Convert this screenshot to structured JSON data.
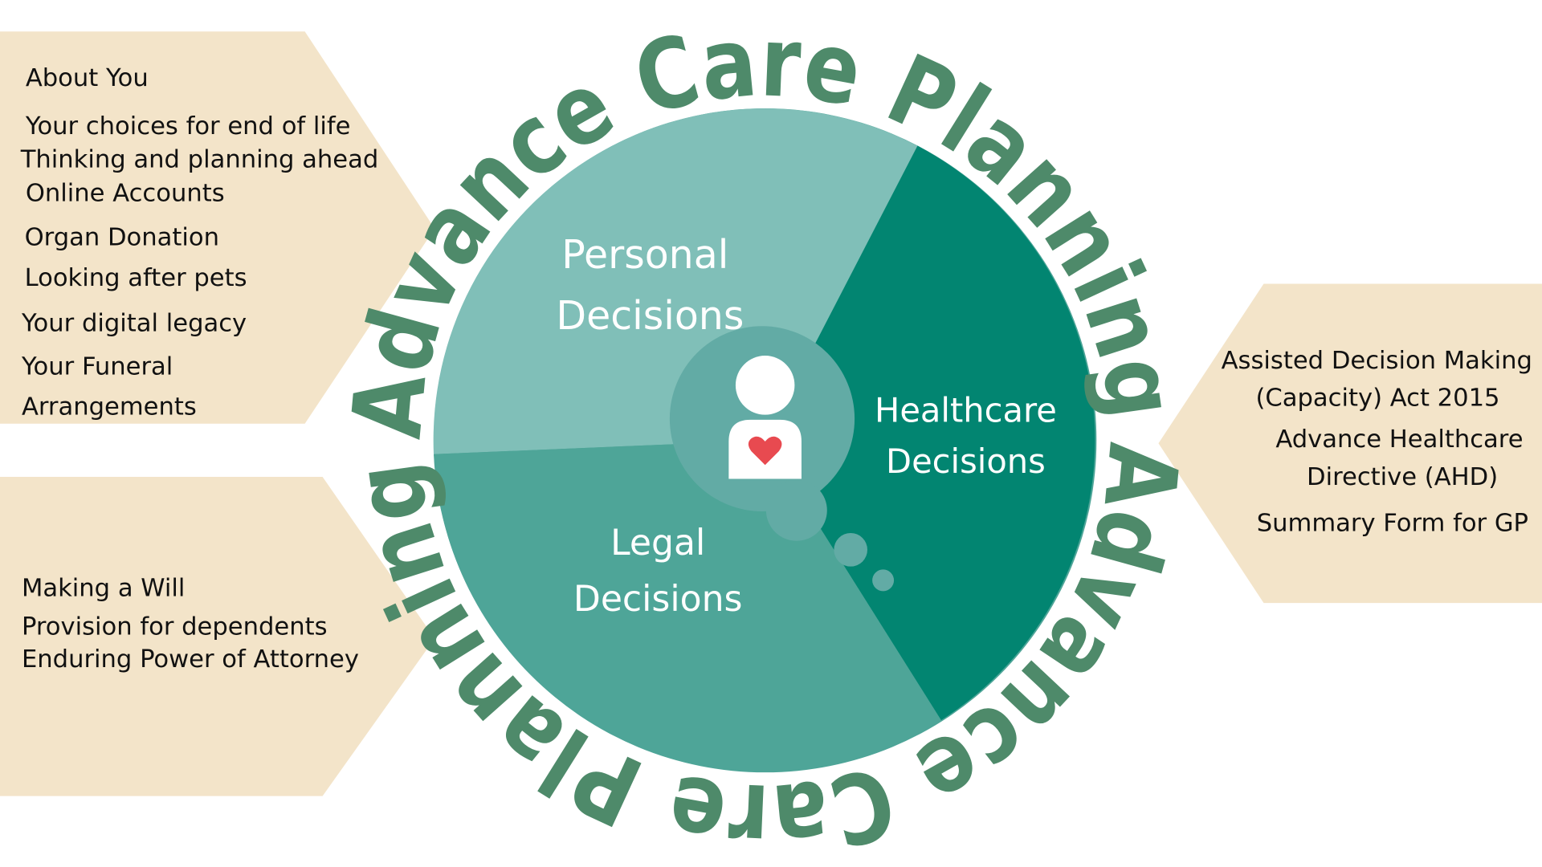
{
  "ring_text": [
    "Advance Care Planning",
    "Advance Care Planning"
  ],
  "segments": {
    "personal": {
      "line1": "Personal",
      "line2": "Decisions"
    },
    "healthcare": {
      "line1": "Healthcare",
      "line2": "Decisions"
    },
    "legal": {
      "line1": "Legal",
      "line2": "Decisions"
    }
  },
  "personal_items": [
    "About You",
    "Your choices for end of life",
    "Thinking and planning ahead",
    "Online Accounts",
    "Organ Donation",
    "Looking after pets",
    "Your digital legacy",
    "Your Funeral",
    "Arrangements"
  ],
  "legal_items": [
    "Making a Will",
    "Provision for dependents",
    "Enduring Power of Attorney"
  ],
  "healthcare_items": [
    "Assisted Decision Making",
    "(Capacity) Act 2015",
    "Advance Healthcare",
    "Directive (AHD)",
    "Summary Form for GP"
  ],
  "colors": {
    "panel": "#f3e4c9",
    "personal": "#80bfb8",
    "healthcare": "#028571",
    "legal": "#4ea598",
    "ring_text": "#4e8a6a",
    "heart": "#e84a50"
  }
}
